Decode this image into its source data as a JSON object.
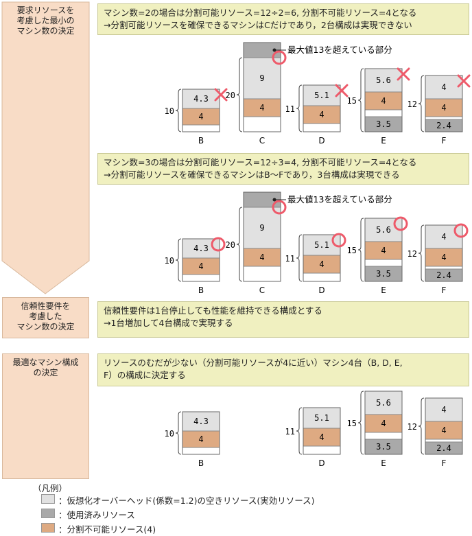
{
  "steps": [
    {
      "label": "要求リソースを\n考慮した最小の\nマシン数の決定"
    },
    {
      "label": "信頼性要件を\n考慮した\nマシン数の決定"
    },
    {
      "label": "最適なマシン構成\nの決定"
    }
  ],
  "notes": {
    "two_machines": {
      "line1": "マシン数=2の場合は分割可能リソース=12÷2=6, 分割不可能リソース=4となる",
      "line2": "→分割可能リソースを確保できるマシンはCだけであり，2台構成は実現できない"
    },
    "three_machines": {
      "line1": "マシン数=3の場合は分割可能リソース=12÷3=4, 分割不可能リソース=4となる",
      "line2": "→分割可能リソースを確保できるマシンはB～Fであり，3台構成は実現できる"
    },
    "reliability": {
      "line1": "信頼性要件は1台停止しても性能を維持できる構成とする",
      "line2": "→1台増加して4台構成で実現する"
    },
    "optimal": {
      "line1": "リソースのむだが少ない（分割可能リソースが4に近い）マシン4台（B, D, E,",
      "line2": "F）の構成に決定する"
    }
  },
  "excess_label": "最大値13を超えている部分",
  "machines": {
    "B": {
      "name": "B",
      "total": "10",
      "free": "4.3",
      "fixed": "4",
      "used": null
    },
    "C": {
      "name": "C",
      "total": "20",
      "free": "9",
      "fixed": "4",
      "used": null
    },
    "D": {
      "name": "D",
      "total": "11",
      "free": "5.1",
      "fixed": "4",
      "used": null
    },
    "E": {
      "name": "E",
      "total": "15",
      "free": "5.6",
      "fixed": "4",
      "used": "3.5"
    },
    "F": {
      "name": "F",
      "total": "12",
      "free": "4",
      "fixed": "4",
      "used": "2.4"
    }
  },
  "panel_marks": {
    "two_machines": {
      "B": "cross",
      "C": "circle",
      "D": "cross",
      "E": "cross",
      "F": "cross"
    },
    "three_machines": {
      "B": "circle",
      "C": "circle",
      "D": "circle",
      "E": "circle",
      "F": "circle"
    },
    "optimal": [
      "B",
      "D",
      "E",
      "F"
    ]
  },
  "legend": {
    "title": "（凡例）",
    "items": [
      {
        "label": "：仮想化オーバーヘッド(係数=1.2)の空きリソース(実効リソース)",
        "color": "#e1e1e1"
      },
      {
        "label": "：使用済みリソース",
        "color": "#a9a9a9"
      },
      {
        "label": "：分割不可能リソース(4)",
        "color": "#deaa82"
      }
    ]
  },
  "colors": {
    "free": "#e1e1e1",
    "used": "#a9a9a9",
    "fixed": "#deaa82",
    "excess": "#a9a9a9",
    "mark": "#ee5a6a",
    "step_bg": "#f8dcc6",
    "note_bg": "#f0f0c0"
  }
}
